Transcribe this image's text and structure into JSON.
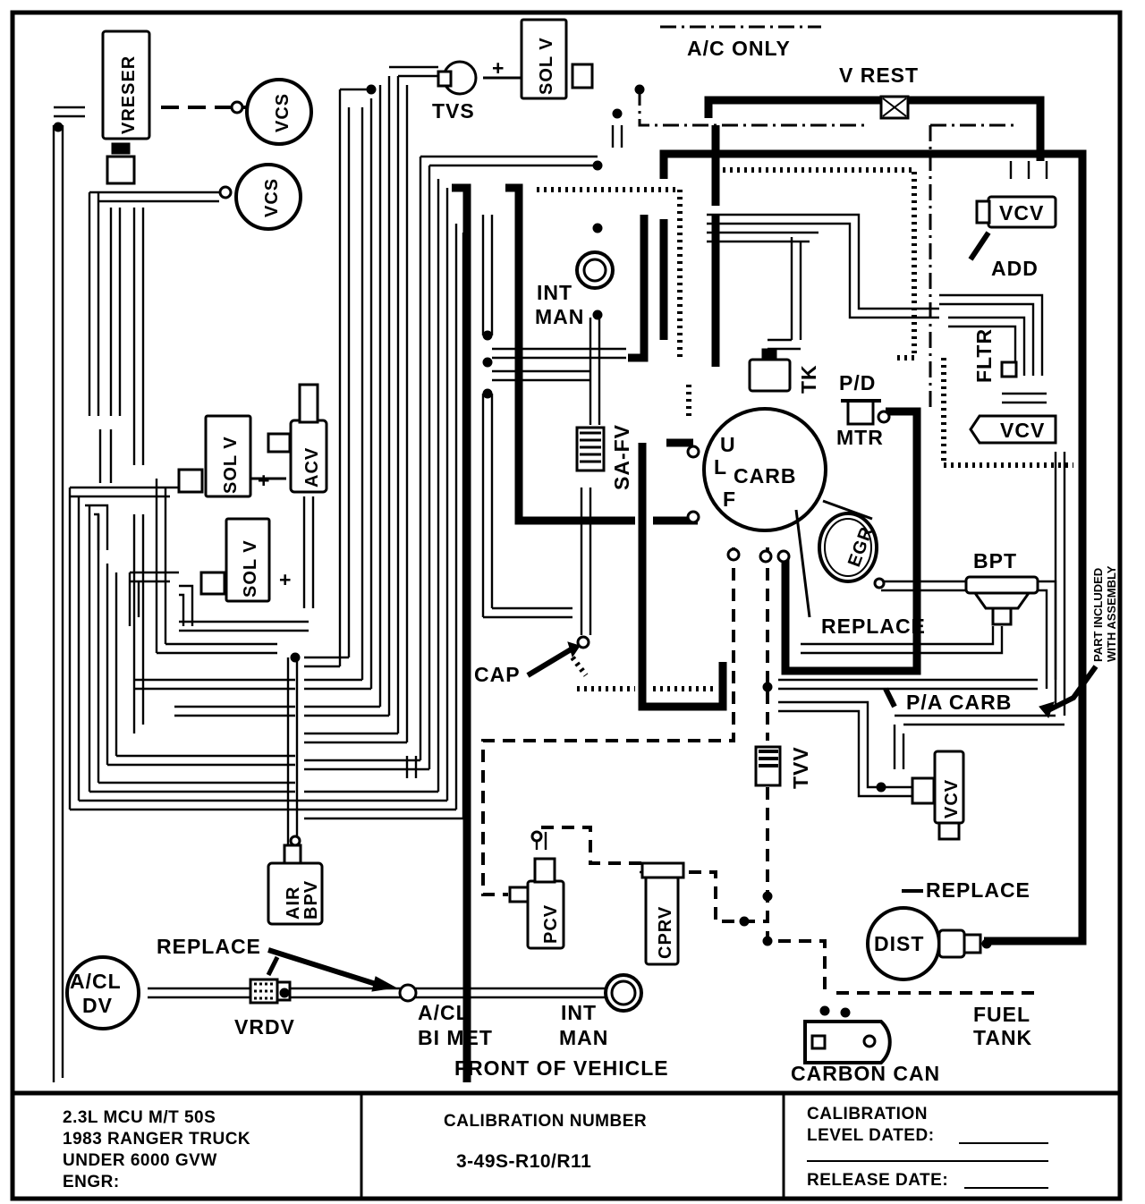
{
  "labels": {
    "vreser": "VRESER",
    "vcs_top": "VCS",
    "vcs_mid": "VCS",
    "sol_v_top": "SOL V",
    "tvs": "TVS",
    "ac_only": "A/C ONLY",
    "v_rest": "V REST",
    "vcv_top": "VCV",
    "add": "ADD",
    "int_man_upper": [
      "INT",
      "MAN"
    ],
    "fltr": "FLTR",
    "tk": "TK",
    "pd_mtr": [
      "P/D",
      "MTR"
    ],
    "vcv_mid": "VCV",
    "sol_v_left": "SOL V",
    "acv": "ACV",
    "sol_v_lower": "SOL V",
    "sa_fv": "SA-FV",
    "carb_u": "U",
    "carb_l": "L",
    "carb": "CARB",
    "carb_f": "F",
    "egr": "EGR",
    "bpt": "BPT",
    "replace_egr": "REPLACE",
    "part_included": [
      "PART INCLUDED",
      "WITH ASSEMBLY"
    ],
    "cap": "CAP",
    "pa_carb": "P/A CARB",
    "tvv": "TVV",
    "vcv_low": "VCV",
    "air_bpv": [
      "AIR",
      "BPV"
    ],
    "pcv": "PCV",
    "cprv": "CPRV",
    "replace_dist": "REPLACE",
    "dist": "DIST",
    "replace_vrdv": "REPLACE",
    "acl_dv": [
      "A/CL",
      "DV"
    ],
    "vrdv": "VRDV",
    "acl_bi_met": [
      "A/CL",
      "BI MET"
    ],
    "int_man_lower": [
      "INT",
      "MAN"
    ],
    "fuel_tank": [
      "FUEL",
      "TANK"
    ],
    "front_of_vehicle": "FRONT OF VEHICLE",
    "carbon_can": "CARBON CAN"
  },
  "title_block": {
    "left": [
      "2.3L MCU M/T 50S",
      "1983 RANGER TRUCK",
      "UNDER 6000 GVW",
      "ENGR:"
    ],
    "center_heading": "CALIBRATION NUMBER",
    "center_value": "3-49S-R10/R11",
    "right_heading": "CALIBRATION",
    "level_dated": "LEVEL DATED:",
    "release_date": "RELEASE DATE:"
  }
}
